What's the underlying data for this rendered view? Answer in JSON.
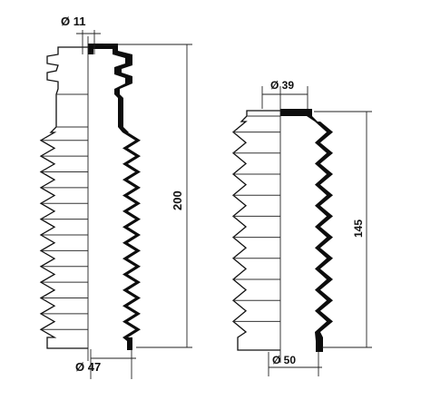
{
  "boot_long": {
    "top_diameter_label": "Ø 11",
    "bottom_diameter_label": "Ø 47",
    "length_label": "200"
  },
  "boot_short": {
    "top_diameter_label": "Ø 39",
    "bottom_diameter_label": "Ø 50",
    "length_label": "145"
  }
}
